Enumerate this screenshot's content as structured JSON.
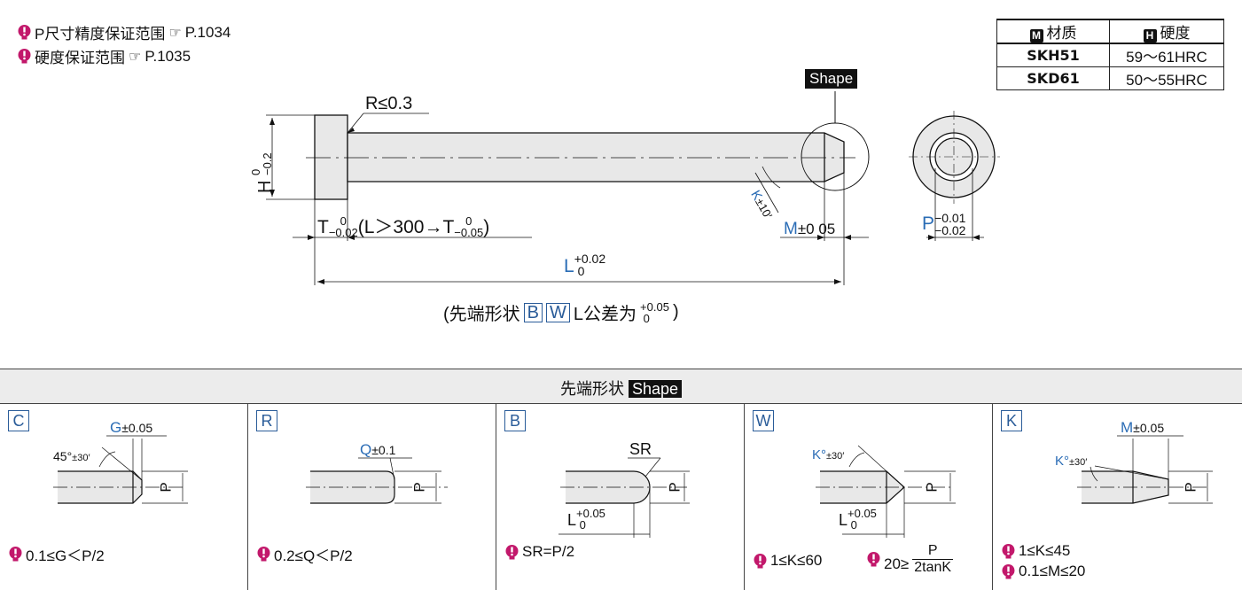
{
  "notes": [
    {
      "text": "P尺寸精度保证范围",
      "ref": "P.1034"
    },
    {
      "text": "硬度保证范围",
      "ref": "P.1035"
    }
  ],
  "material_table": {
    "header_material": "材质",
    "header_hardness": "硬度",
    "header_material_icon": "M",
    "header_hardness_icon": "H",
    "rows": [
      {
        "material": "SKH51",
        "hardness": "59～61HRC"
      },
      {
        "material": "SKD61",
        "hardness": "50～55HRC"
      }
    ]
  },
  "drawing": {
    "shape_tag": "Shape",
    "radius_label": "R≤0.3",
    "h_label": "H",
    "h_tol_top": "0",
    "h_tol_bottom": "−0.2",
    "t_label": "T",
    "t_tol_top": "0",
    "t_tol_bottom": "−0.02",
    "t_paren": "(L＞300→T",
    "t2_tol_top": "0",
    "t2_tol_bottom": "−0.05",
    "t_close": ")",
    "l_label": "L",
    "l_tol_top": "+0.02",
    "l_tol_bottom": "0",
    "k_label": "K",
    "k_tol": "±10′",
    "m_label": "M",
    "m_tol": "±0 05",
    "p_label": "P",
    "p_tol_top": "−0.01",
    "p_tol_bottom": "−0.02",
    "tip_note_prefix": "(先端形状",
    "tip_note_b": "B",
    "tip_note_w": "W",
    "tip_note_mid": "L公差为",
    "tip_note_tol_top": "+0.05",
    "tip_note_tol_bottom": "0",
    "tip_note_close": ")"
  },
  "strip": {
    "label": "先端形状",
    "tag": "Shape"
  },
  "panels": [
    {
      "letter": "C",
      "dim": "G",
      "dim_tol": "±0.05",
      "angle": "45°",
      "angle_tol": "±30′",
      "p": "P",
      "notes": [
        "0.1≤G＜P/2"
      ]
    },
    {
      "letter": "R",
      "dim": "Q",
      "dim_tol": "±0.1",
      "p": "P",
      "notes": [
        "0.2≤Q＜P/2"
      ]
    },
    {
      "letter": "B",
      "dim": "SR",
      "l": "L",
      "l_tol_top": "+0.05",
      "l_tol_bottom": "0",
      "p": "P",
      "notes": [
        "SR=P/2"
      ]
    },
    {
      "letter": "W",
      "angle": "K°",
      "angle_tol": "±30′",
      "l": "L",
      "l_tol_top": "+0.05",
      "l_tol_bottom": "0",
      "p": "P",
      "notes": [
        "1≤K≤60",
        "20≥"
      ],
      "frac_top": "P",
      "frac_bottom": "2tanK"
    },
    {
      "letter": "K",
      "dim": "M",
      "dim_tol": "±0.05",
      "angle": "K°",
      "angle_tol": "±30′",
      "p": "P",
      "notes": [
        "1≤K≤45",
        "0.1≤M≤20"
      ]
    }
  ],
  "colors": {
    "accent_blue": "#2a6cb5",
    "bulb_magenta": "#c2186b"
  }
}
